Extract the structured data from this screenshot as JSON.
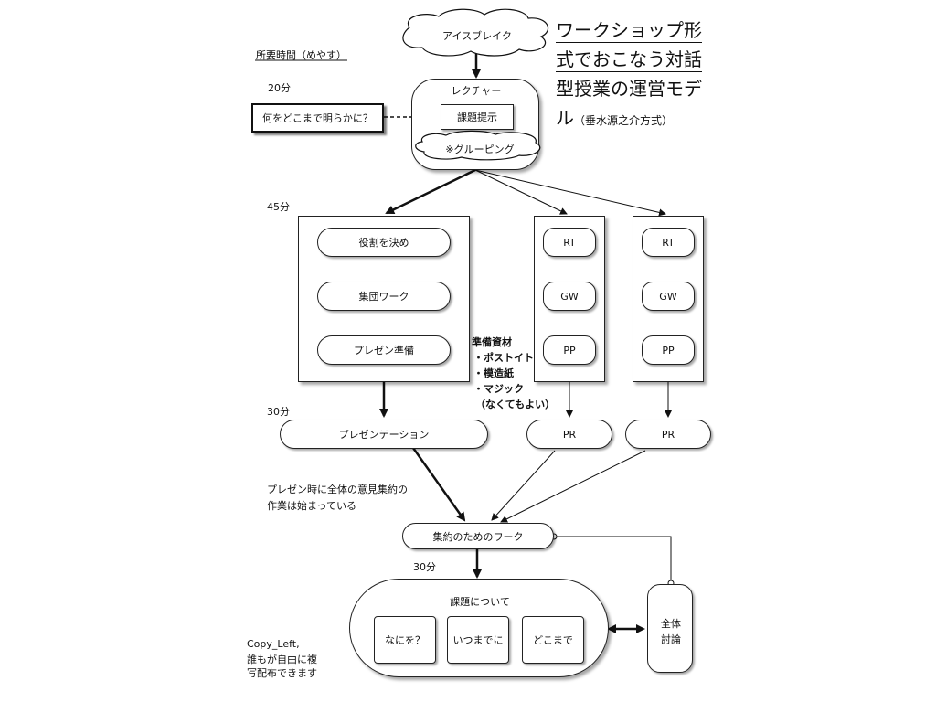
{
  "title": {
    "line1": "ワークショップ形",
    "line2": "式でおこなう対話",
    "line3": "型授業の運営モデ",
    "line4": "ル",
    "line4_small": "（垂水源之介方式）"
  },
  "time_header": "所要時間（めやす）",
  "times": {
    "t20": "20分",
    "t45": "45分",
    "t30a": "30分",
    "t30b": "30分"
  },
  "icebreak": "アイスブレイク",
  "lecture": {
    "label": "レクチャー",
    "task": "課題提示",
    "grouping": "※グルーピング"
  },
  "question_box": "何をどこまで明らかに？",
  "group_main": {
    "items": [
      "役割を決め",
      "集団ワーク",
      "プレゼン準備"
    ]
  },
  "group_b": {
    "items": [
      "RT",
      "GW",
      "PP"
    ]
  },
  "group_c": {
    "items": [
      "RT",
      "GW",
      "PP"
    ]
  },
  "materials": {
    "heading": "準備資材",
    "items": [
      "・ポストイト",
      "・模造紙",
      "・マジック",
      "（なくてもよい）"
    ]
  },
  "presentation": "プレゼンテーション",
  "pr_b": "PR",
  "pr_c": "PR",
  "note": {
    "line1": "プレゼン時に全体の意見集約の",
    "line2": "作業は始まっている"
  },
  "summary_work": "集約のためのワーク",
  "topic": {
    "label": "課題について",
    "items": [
      "なにを？",
      "いつまでに",
      "どこまで"
    ]
  },
  "discussion": {
    "line1": "全体",
    "line2": "討論"
  },
  "copyleft": {
    "line1": "Copy_Left,",
    "line2": "誰もが自由に複",
    "line3": "写配布できます"
  }
}
